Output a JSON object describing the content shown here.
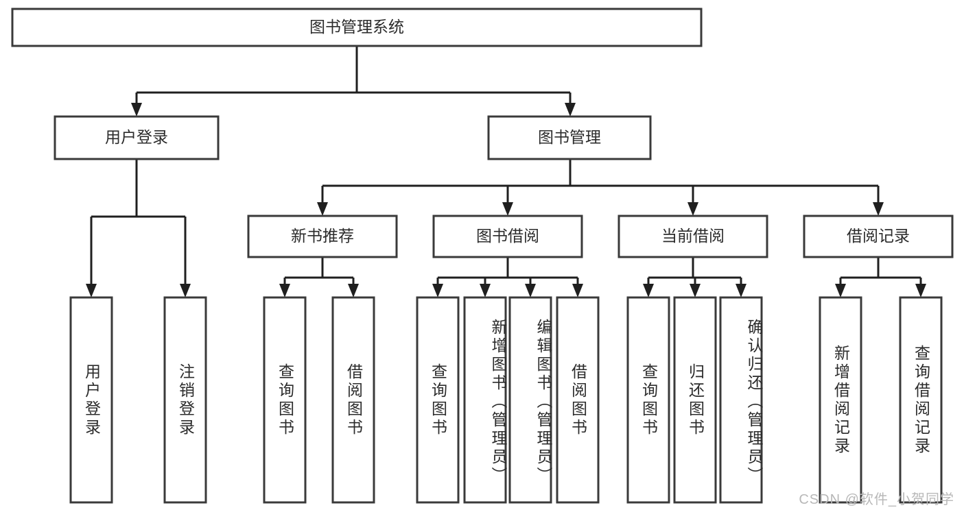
{
  "diagram": {
    "title": "图书管理系统",
    "type": "tree-hierarchy",
    "watermark": "CSDN @软件_小贺同学",
    "colors": {
      "box_stroke": "#3a3a3a",
      "line": "#1f1f1f",
      "text": "#2b2b2b",
      "background": "#ffffff",
      "watermark_text": "#b8b8b8"
    },
    "root": {
      "label": "图书管理系统",
      "orientation": "horizontal"
    },
    "level2": [
      {
        "label": "用户登录",
        "orientation": "horizontal"
      },
      {
        "label": "图书管理",
        "orientation": "horizontal"
      }
    ],
    "level3": [
      {
        "label": "新书推荐",
        "orientation": "horizontal"
      },
      {
        "label": "图书借阅",
        "orientation": "horizontal"
      },
      {
        "label": "当前借阅",
        "orientation": "horizontal"
      },
      {
        "label": "借阅记录",
        "orientation": "horizontal"
      }
    ],
    "leaves": {
      "user_login": [
        {
          "label": "用户登录",
          "orientation": "vertical"
        },
        {
          "label": "注销登录",
          "orientation": "vertical"
        }
      ],
      "new_book_recommend": [
        {
          "label": "查询图书",
          "orientation": "vertical"
        },
        {
          "label": "借阅图书",
          "orientation": "vertical"
        }
      ],
      "book_borrow": [
        {
          "label": "查询图书",
          "orientation": "vertical"
        },
        {
          "label": "新增图书（管理员）",
          "orientation": "vertical"
        },
        {
          "label": "编辑图书（管理员）",
          "orientation": "vertical"
        },
        {
          "label": "借阅图书",
          "orientation": "vertical"
        }
      ],
      "current_borrow": [
        {
          "label": "查询图书",
          "orientation": "vertical"
        },
        {
          "label": "归还图书",
          "orientation": "vertical"
        },
        {
          "label": "确认归还（管理员）",
          "orientation": "vertical"
        }
      ],
      "borrow_record": [
        {
          "label": "新增借阅记录",
          "orientation": "vertical"
        },
        {
          "label": "查询借阅记录",
          "orientation": "vertical"
        }
      ]
    }
  }
}
